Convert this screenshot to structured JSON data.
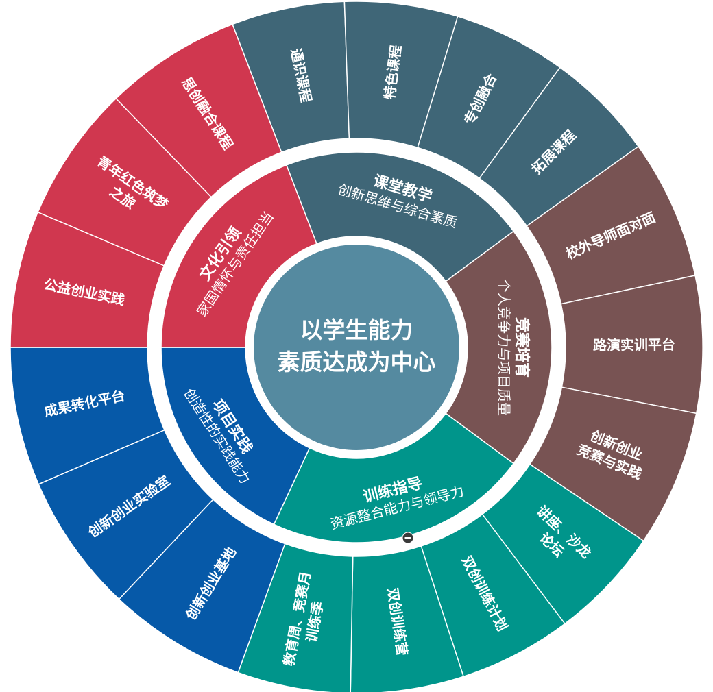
{
  "center": {
    "lines": [
      "以学生能力",
      "素质达成为中心"
    ],
    "color": "#558aa0"
  },
  "groups": [
    {
      "key": "classroom",
      "color": "#3f6677",
      "title": "课堂教学",
      "subtitle": "创新思维与综合素质",
      "items": [
        {
          "lines": [
            "通识课程"
          ]
        },
        {
          "lines": [
            "特色课程"
          ]
        },
        {
          "lines": [
            "专创融合"
          ]
        },
        {
          "lines": [
            "拓展课程"
          ]
        }
      ]
    },
    {
      "key": "competition",
      "color": "#785353",
      "title": "竞赛培育",
      "subtitle": "个人竞争力与项目质量",
      "items": [
        {
          "lines": [
            "校外导师面对面"
          ]
        },
        {
          "lines": [
            "路演实训平台"
          ]
        },
        {
          "lines": [
            "创新创业",
            "竞赛与实践"
          ]
        }
      ]
    },
    {
      "key": "training",
      "color": "#00958b",
      "title": "训练指导",
      "subtitle": "资源整合能力与领导力",
      "items": [
        {
          "lines": [
            "讲座、沙龙",
            "论坛"
          ]
        },
        {
          "lines": [
            "双创训练计划"
          ]
        },
        {
          "lines": [
            "双创训练营"
          ]
        },
        {
          "lines": [
            "教育周、竞赛月",
            "训练季"
          ]
        }
      ]
    },
    {
      "key": "project",
      "color": "#0659a8",
      "title": "项目实践",
      "subtitle": "创造性的实践能力",
      "items": [
        {
          "lines": [
            "创新创业基地"
          ]
        },
        {
          "lines": [
            "创新创业实验室"
          ]
        },
        {
          "lines": [
            "成果转化平台"
          ]
        }
      ]
    },
    {
      "key": "culture",
      "color": "#d0374f",
      "title": "文化引领",
      "subtitle": "家国情怀与责任担当",
      "items": [
        {
          "lines": [
            "公益创业实践"
          ]
        },
        {
          "lines": [
            "青年红色筑梦",
            "之旅"
          ]
        },
        {
          "lines": [
            "思创融合课程"
          ]
        }
      ]
    }
  ],
  "collapse_icon": "minus-circle-icon"
}
